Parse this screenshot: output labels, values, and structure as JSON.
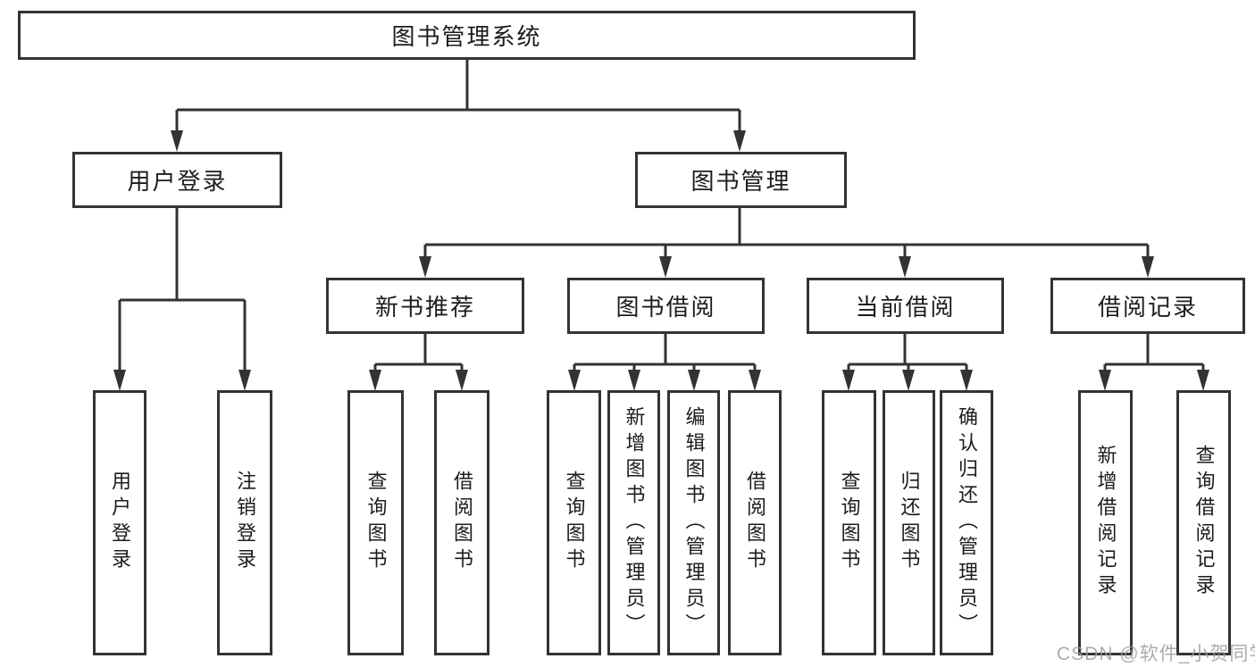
{
  "tree": {
    "label": "图书管理系统",
    "children": [
      {
        "label": "用户登录",
        "children": [
          {
            "label": "用户登录"
          },
          {
            "label": "注销登录"
          }
        ]
      },
      {
        "label": "图书管理",
        "children": [
          {
            "label": "新书推荐",
            "children": [
              {
                "label": "查询图书"
              },
              {
                "label": "借阅图书"
              }
            ]
          },
          {
            "label": "图书借阅",
            "children": [
              {
                "label": "查询图书"
              },
              {
                "label": "新增图书（管理员）"
              },
              {
                "label": "编辑图书（管理员）"
              },
              {
                "label": "借阅图书"
              }
            ]
          },
          {
            "label": "当前借阅",
            "children": [
              {
                "label": "查询图书"
              },
              {
                "label": "归还图书"
              },
              {
                "label": "确认归还（管理员）"
              }
            ]
          },
          {
            "label": "借阅记录",
            "children": [
              {
                "label": "新增借阅记录"
              },
              {
                "label": "查询借阅记录"
              }
            ]
          }
        ]
      }
    ]
  },
  "watermark": {
    "text": "CSDN @软件_小贺同学"
  },
  "colors": {
    "line": "#333333",
    "box_border": "#333333",
    "text": "#1c1c1c",
    "background": "#ffffff",
    "watermark": "#9e9e9e"
  }
}
